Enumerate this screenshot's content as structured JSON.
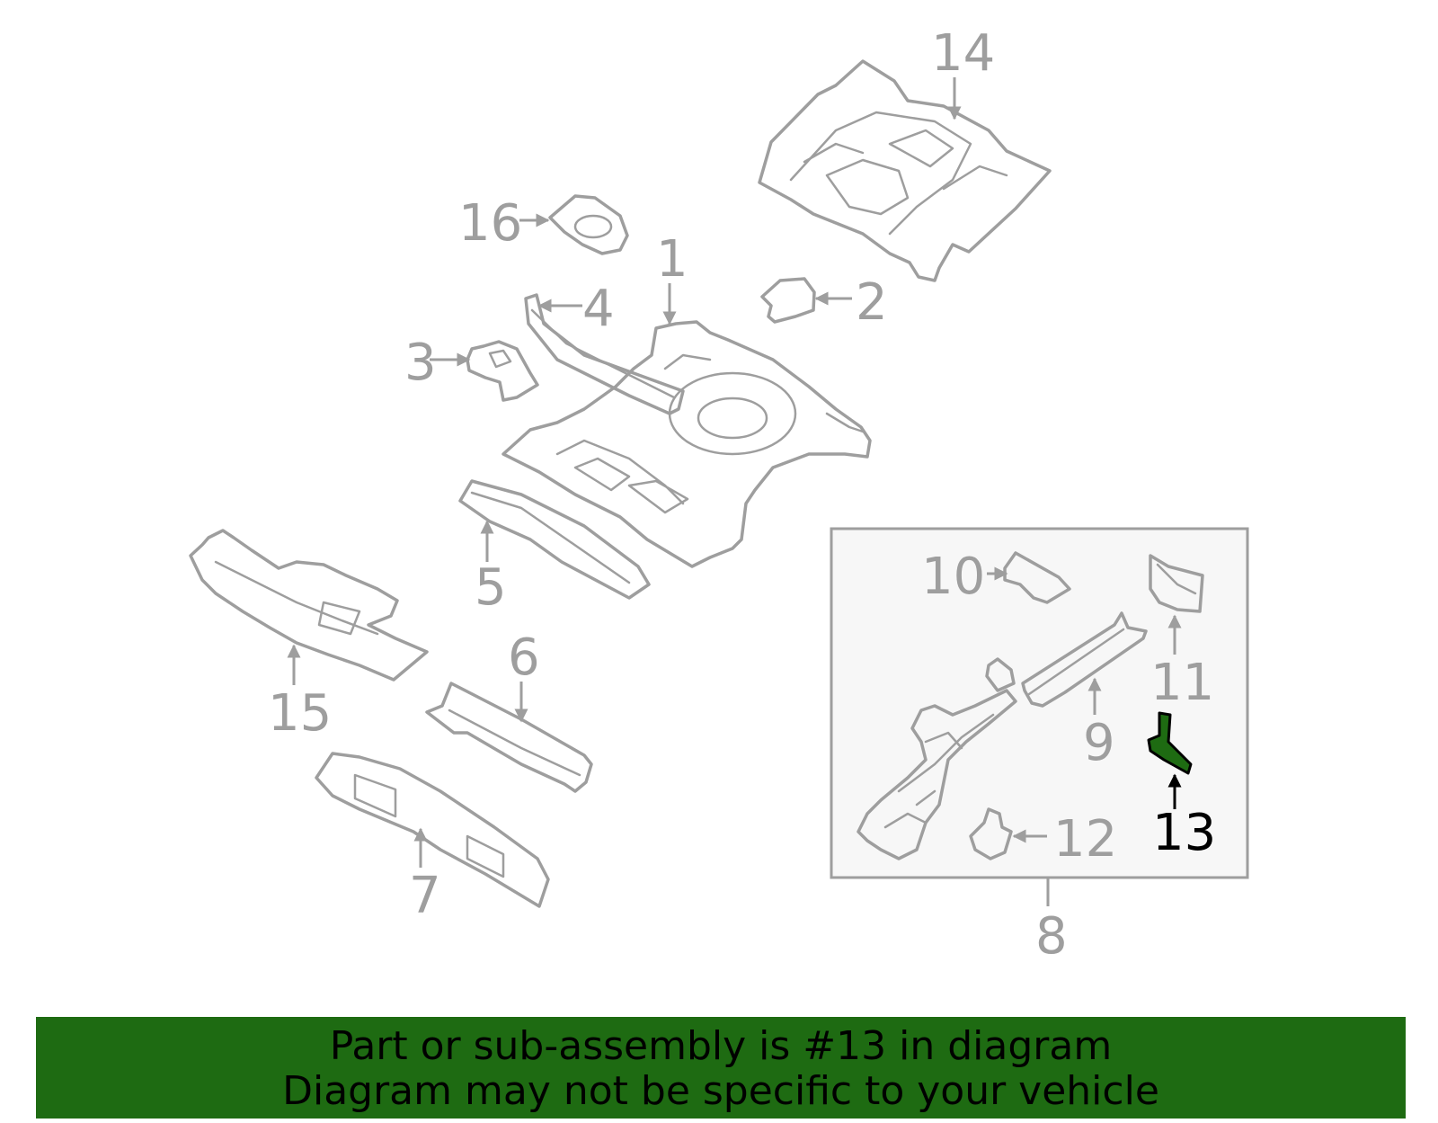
{
  "diagram": {
    "callouts": [
      {
        "id": "1",
        "label": "1"
      },
      {
        "id": "2",
        "label": "2"
      },
      {
        "id": "3",
        "label": "3"
      },
      {
        "id": "4",
        "label": "4"
      },
      {
        "id": "5",
        "label": "5"
      },
      {
        "id": "6",
        "label": "6"
      },
      {
        "id": "7",
        "label": "7"
      },
      {
        "id": "8",
        "label": "8"
      },
      {
        "id": "9",
        "label": "9"
      },
      {
        "id": "10",
        "label": "10"
      },
      {
        "id": "11",
        "label": "11"
      },
      {
        "id": "12",
        "label": "12"
      },
      {
        "id": "13",
        "label": "13"
      },
      {
        "id": "14",
        "label": "14"
      },
      {
        "id": "15",
        "label": "15"
      },
      {
        "id": "16",
        "label": "16"
      }
    ],
    "highlighted_part": "13",
    "colors": {
      "part_stroke": "#9e9e9e",
      "highlight_fill": "#1e6b12",
      "subassembly_box_bg": "#f7f7f7",
      "banner_bg": "#1e6b12"
    }
  },
  "banner": {
    "line1": "Part or sub-assembly is #13 in diagram",
    "line2": "Diagram may not be specific to your vehicle"
  }
}
